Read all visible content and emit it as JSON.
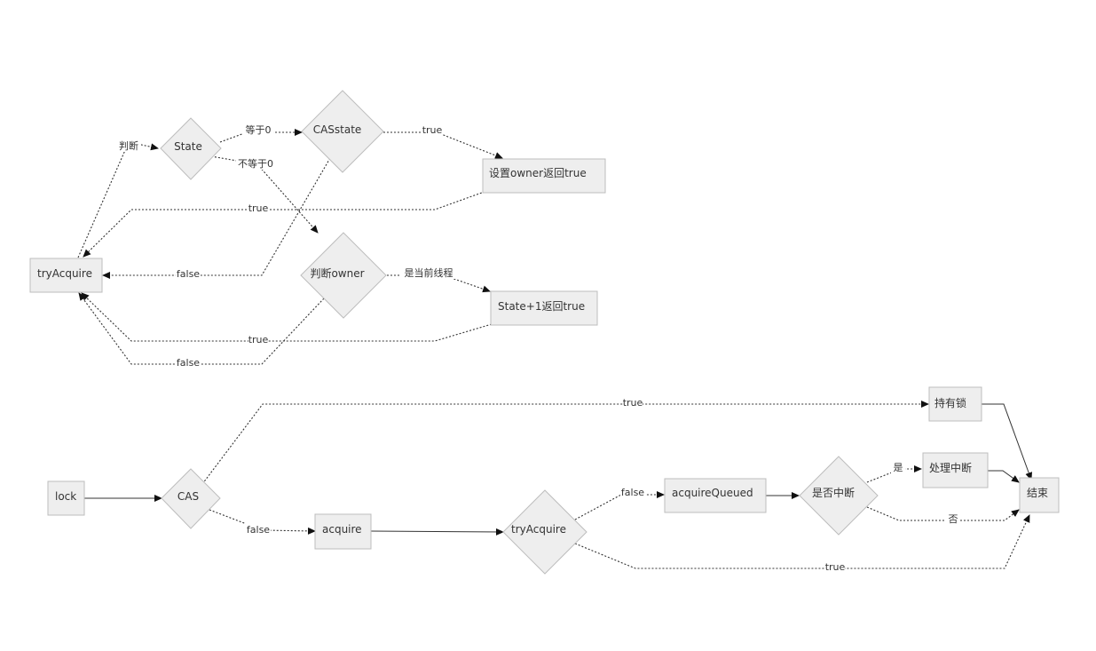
{
  "diagram": {
    "nodes": {
      "tryacquire_top": "tryAcquire",
      "state": "State",
      "casstate": "CASstate",
      "set_owner": "设置owner返回true",
      "check_owner": "判断owner",
      "state_plus_one": "State+1返回true",
      "lock": "lock",
      "cas": "CAS",
      "hold_lock": "持有锁",
      "acquire": "acquire",
      "tryacquire_bottom": "tryAcquire",
      "acquire_queued": "acquireQueued",
      "is_interrupted": "是否中断",
      "handle_interrupt": "处理中断",
      "end": "结束"
    },
    "edges": {
      "judge": "判断",
      "equals_zero": "等于0",
      "not_equals_zero": "不等于0",
      "cas_true": "true",
      "set_owner_true": "true",
      "cas_false": "false",
      "is_current_thread": "是当前线程",
      "plus_one_true": "true",
      "owner_false": "false",
      "lock_cas_true": "true",
      "lock_cas_false": "false",
      "try_false": "false",
      "try_true": "true",
      "yes": "是",
      "no": "否"
    }
  }
}
